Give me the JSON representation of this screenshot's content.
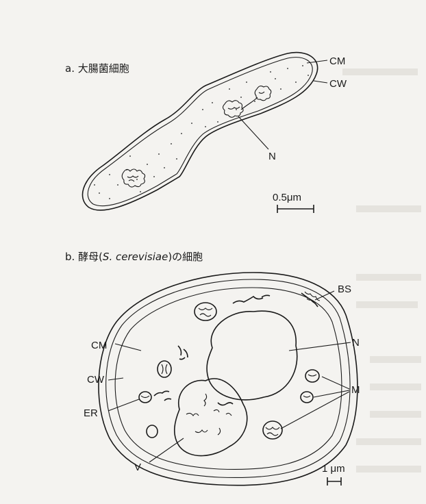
{
  "panel_a": {
    "title": "a.  大腸菌細胞",
    "labels": {
      "cm": "CM",
      "cw": "CW",
      "n": "N"
    },
    "scale_label": "0.5μm"
  },
  "panel_b": {
    "title_prefix": "b.  酵母(",
    "title_species": "S. cerevisiae",
    "title_suffix": ")の細胞",
    "labels": {
      "bs": "BS",
      "n": "N",
      "cm": "CM",
      "cw": "CW",
      "m": "M",
      "er": "ER",
      "v": "V"
    },
    "scale_label": "1 μm"
  },
  "colors": {
    "ink": "#1a1a1a",
    "paper": "#f4f3f0",
    "show_through": "#c9c6c0"
  }
}
